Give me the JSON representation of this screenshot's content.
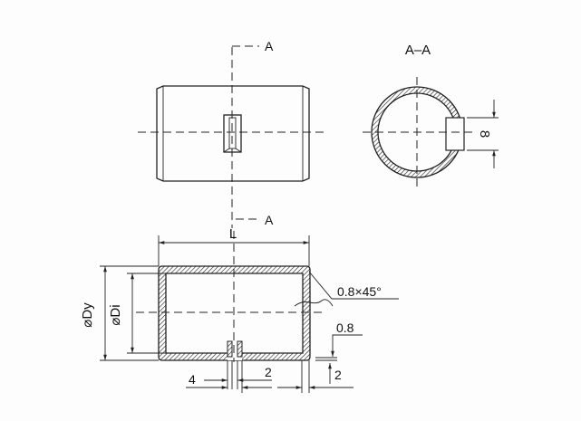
{
  "labels": {
    "section_mark_top": "A",
    "section_mark_bottom": "A",
    "section_title": "A–A",
    "slot_width": "8",
    "length": "L",
    "outer_diameter": "⌀Dy",
    "inner_diameter": "⌀Di",
    "chamfer": "0.8×45°",
    "edge_offset": "0.8",
    "slot_dim_4": "4",
    "slot_dim_2": "2",
    "end_dim_2": "2"
  },
  "colors": {
    "line": "#222222",
    "background": "#fdfdfd"
  }
}
